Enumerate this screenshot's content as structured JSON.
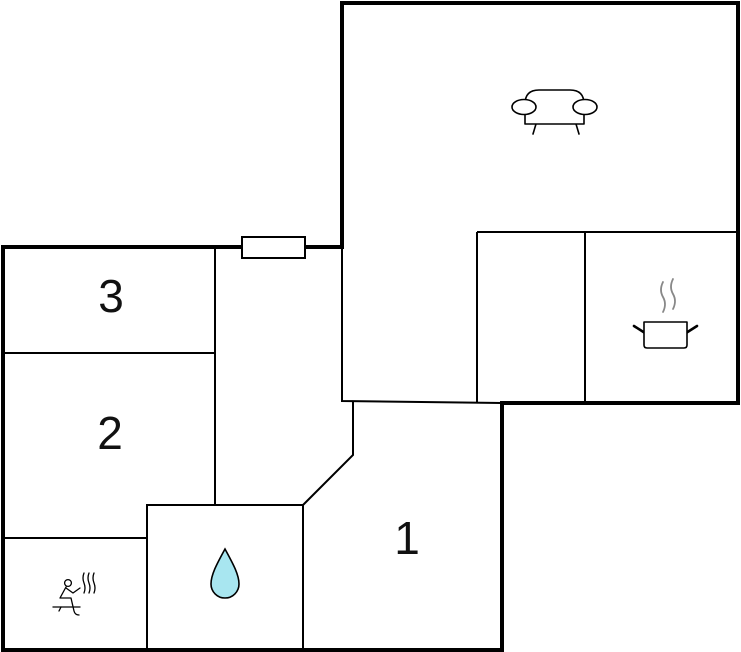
{
  "floorplan": {
    "rooms": [
      {
        "id": "bedroom-3",
        "label": "3"
      },
      {
        "id": "bedroom-2",
        "label": "2"
      },
      {
        "id": "bedroom-1",
        "label": "1"
      },
      {
        "id": "living-room",
        "icon": "sofa-icon"
      },
      {
        "id": "kitchen",
        "icon": "cooking-pot-icon"
      },
      {
        "id": "bathroom",
        "icon": "water-drop-icon"
      },
      {
        "id": "sauna",
        "icon": "sauna-icon"
      },
      {
        "id": "hallway"
      },
      {
        "id": "storage"
      }
    ],
    "colors": {
      "wall": "#000000",
      "water_drop": "#a8e6f0",
      "steam": "#888888"
    }
  }
}
